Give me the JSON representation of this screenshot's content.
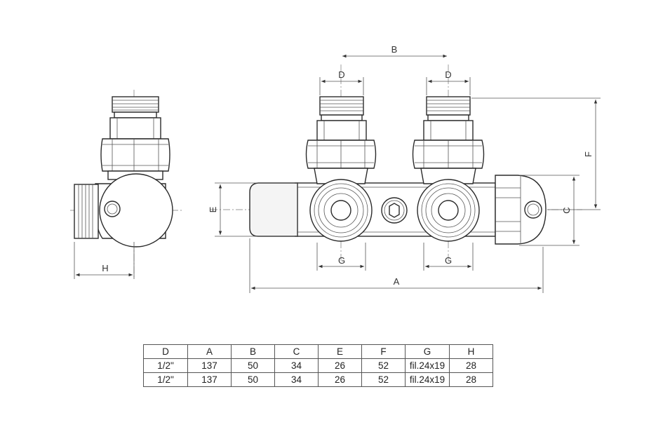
{
  "labels": {
    "A": "A",
    "B": "B",
    "C": "C",
    "D": "D",
    "E": "E",
    "F": "F",
    "G": "G",
    "H": "H"
  },
  "table": {
    "headers": [
      "D",
      "A",
      "B",
      "C",
      "E",
      "F",
      "G",
      "H"
    ],
    "rows": [
      [
        "1/2\"",
        "137",
        "50",
        "34",
        "26",
        "52",
        "fil.24x19",
        "28"
      ],
      [
        "1/2\"",
        "137",
        "50",
        "34",
        "26",
        "52",
        "fil.24x19",
        "28"
      ]
    ]
  }
}
